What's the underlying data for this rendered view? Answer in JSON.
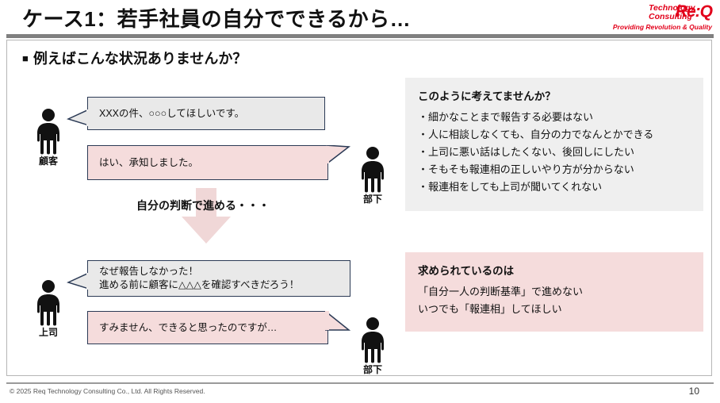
{
  "slide": {
    "title": "ケース1：若手社員の自分でできるから…",
    "subtitle_marker": "■",
    "subtitle": "例えばこんな状況ありませんか？",
    "page_number": "10"
  },
  "logo": {
    "brand": "Re:Q",
    "line1": "Technology",
    "line2": "Consulting",
    "tagline": "Providing Revolution & Quality",
    "color": "#e2001a"
  },
  "scene_top": {
    "left_person_label": "顧客",
    "right_person_label": "部下",
    "bubble_customer": "XXXの件、○○○してほしいです。",
    "bubble_subordinate": "はい、承知しました。"
  },
  "flow": {
    "caption": "自分の判断で進める・・・",
    "arrow_color": "#f0d7d7"
  },
  "scene_bottom": {
    "left_person_label": "上司",
    "right_person_label": "部下",
    "bubble_boss": "なぜ報告しなかった！\n進める前に顧客に△△△を確認すべきだろう！",
    "bubble_subordinate": "すみません、できると思ったのですが…"
  },
  "panel_thoughts": {
    "title": "このように考えてませんか？",
    "items": [
      "・細かなことまで報告する必要はない",
      "・人に相談しなくても、自分の力でなんとかできる",
      "・上司に悪い話はしたくない、後回しにしたい",
      "・そもそも報連相の正しいやり方が分からない",
      "・報連相をしても上司が聞いてくれない"
    ],
    "background": "#efefef"
  },
  "panel_required": {
    "title": "求められているのは",
    "items": [
      "「自分一人の判断基準」で進めない",
      "いつでも「報連相」してほしい"
    ],
    "background": "#f5dcdc"
  },
  "footer": {
    "copyright": "© 2025 Req Technology Consulting Co., Ltd.  All Rights Reserved."
  }
}
